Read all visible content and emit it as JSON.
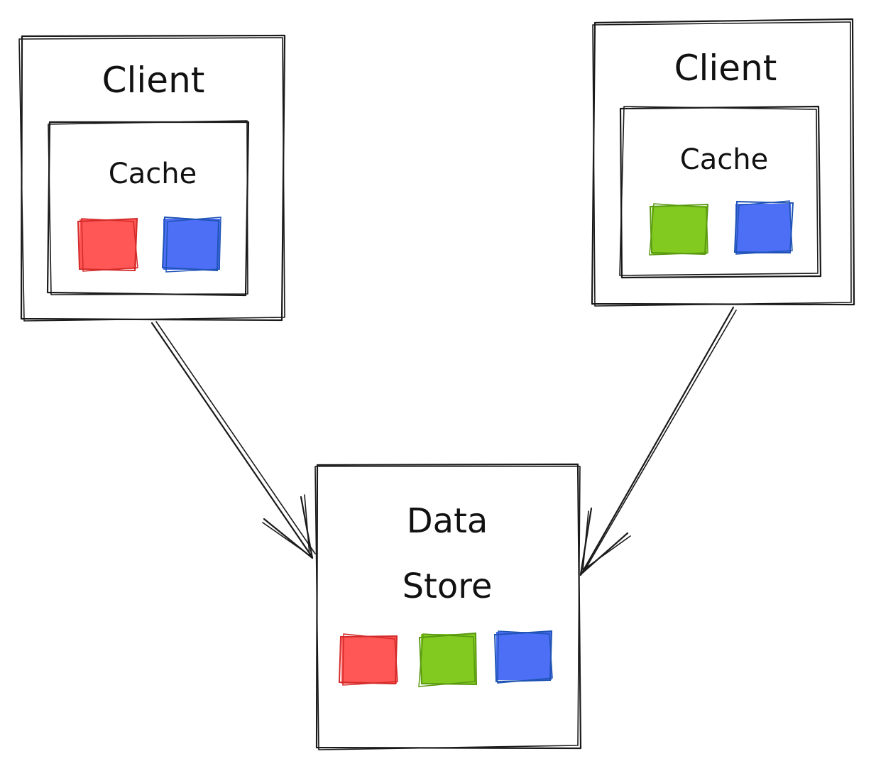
{
  "clients": [
    {
      "title": "Client",
      "cache": {
        "label": "Cache",
        "items": [
          {
            "color": "red",
            "fill": "#ff5656",
            "stroke": "#d32a2a"
          },
          {
            "color": "blue",
            "fill": "#4d6ff5",
            "stroke": "#1f54b5"
          }
        ]
      }
    },
    {
      "title": "Client",
      "cache": {
        "label": "Cache",
        "items": [
          {
            "color": "green",
            "fill": "#82c920",
            "stroke": "#5a9a12"
          },
          {
            "color": "blue",
            "fill": "#4d6ff5",
            "stroke": "#1f54b5"
          }
        ]
      }
    }
  ],
  "data_store": {
    "title_line1": "Data",
    "title_line2": "Store",
    "items": [
      {
        "color": "red",
        "fill": "#ff5656",
        "stroke": "#d32a2a"
      },
      {
        "color": "green",
        "fill": "#82c920",
        "stroke": "#5a9a12"
      },
      {
        "color": "blue",
        "fill": "#4d6ff5",
        "stroke": "#1f54b5"
      }
    ]
  },
  "connections": [
    {
      "from": "client-1",
      "to": "data-store"
    },
    {
      "from": "client-2",
      "to": "data-store"
    }
  ]
}
